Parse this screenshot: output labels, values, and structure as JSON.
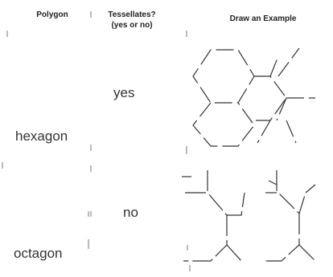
{
  "table": {
    "headers": {
      "polygon": "Polygon",
      "tessellates_line1": "Tessellates?",
      "tessellates_line2": "(yes or no)",
      "draw": "Draw an Example"
    },
    "rows": [
      {
        "polygon": "hexagon",
        "tessellates": "yes",
        "drawing": "hexagon tessellation sketch"
      },
      {
        "polygon": "octagon",
        "tessellates": "no",
        "drawing": "octagon non-tessellation sketch"
      }
    ]
  }
}
